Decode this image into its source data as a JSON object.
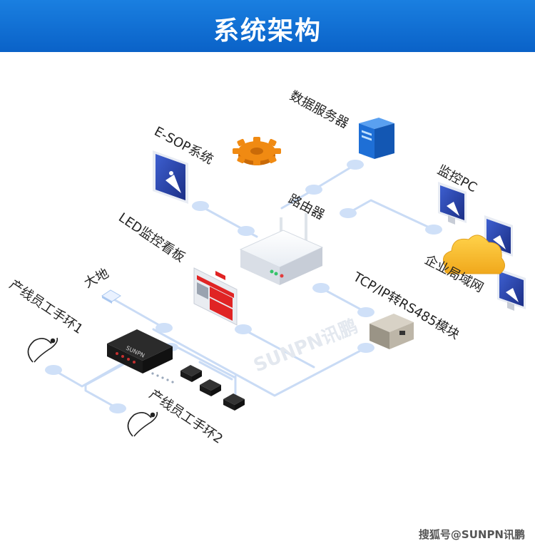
{
  "header": {
    "title": "系统架构"
  },
  "nodes": {
    "data_server": "数据服务器",
    "esop": "E-SOP系统",
    "router": "路由器",
    "monitor_pc": "监控PC",
    "enterprise_lan": "企业局域网",
    "led_board": "LED监控看板",
    "tcp_module": "TCP/IP转RS485模块",
    "ground": "大地",
    "wristband1": "产线员工手环1",
    "wristband2": "产线员工手环2"
  },
  "brand_watermark": "SUNPN讯鹏",
  "device_brand": "SUNPN",
  "footer": {
    "source": "搜狐号@SUNPN讯鹏"
  },
  "colors": {
    "banner": "#0a62c8",
    "line": "#c9dbf5",
    "node": "#cfe0f8",
    "server": "#1e6fd6",
    "gear": "#f08a12",
    "cloud": "#f6bd2a",
    "board_red": "#e02424"
  }
}
